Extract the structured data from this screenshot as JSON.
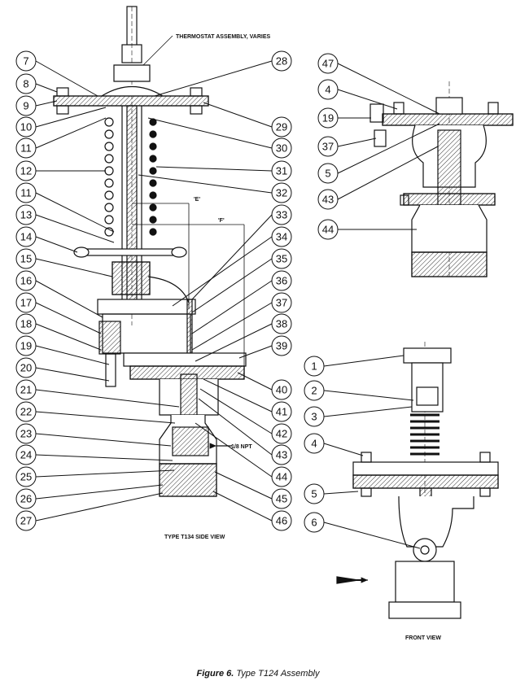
{
  "labels": {
    "thermostat": "THERMOSTAT ASSEMBLY, VARIES",
    "dim_e": "'E'",
    "dim_f": "'F'",
    "npt": "1/8 NPT",
    "side_view": "TYPE T134 SIDE VIEW",
    "front_view": "FRONT VIEW"
  },
  "caption": {
    "figure": "Figure 6.",
    "title": "Type T124 Assembly"
  },
  "side_view": {
    "left_callouts": [
      "7",
      "8",
      "9",
      "10",
      "11",
      "12",
      "11",
      "13",
      "14",
      "15",
      "16",
      "17",
      "18",
      "19",
      "20",
      "21",
      "22",
      "23",
      "24",
      "25",
      "26",
      "27"
    ],
    "right_callouts": [
      "28",
      "29",
      "30",
      "31",
      "32",
      "33",
      "34",
      "35",
      "36",
      "37",
      "38",
      "39",
      "40",
      "41",
      "42",
      "43",
      "44",
      "45",
      "46"
    ]
  },
  "detail_view": {
    "callouts": [
      "47",
      "4",
      "19",
      "37",
      "5",
      "43",
      "44"
    ]
  },
  "front_view": {
    "callouts": [
      "1",
      "2",
      "3",
      "4",
      "5",
      "6"
    ]
  },
  "colors": {
    "line": "#111111",
    "hatch": "#333333"
  }
}
